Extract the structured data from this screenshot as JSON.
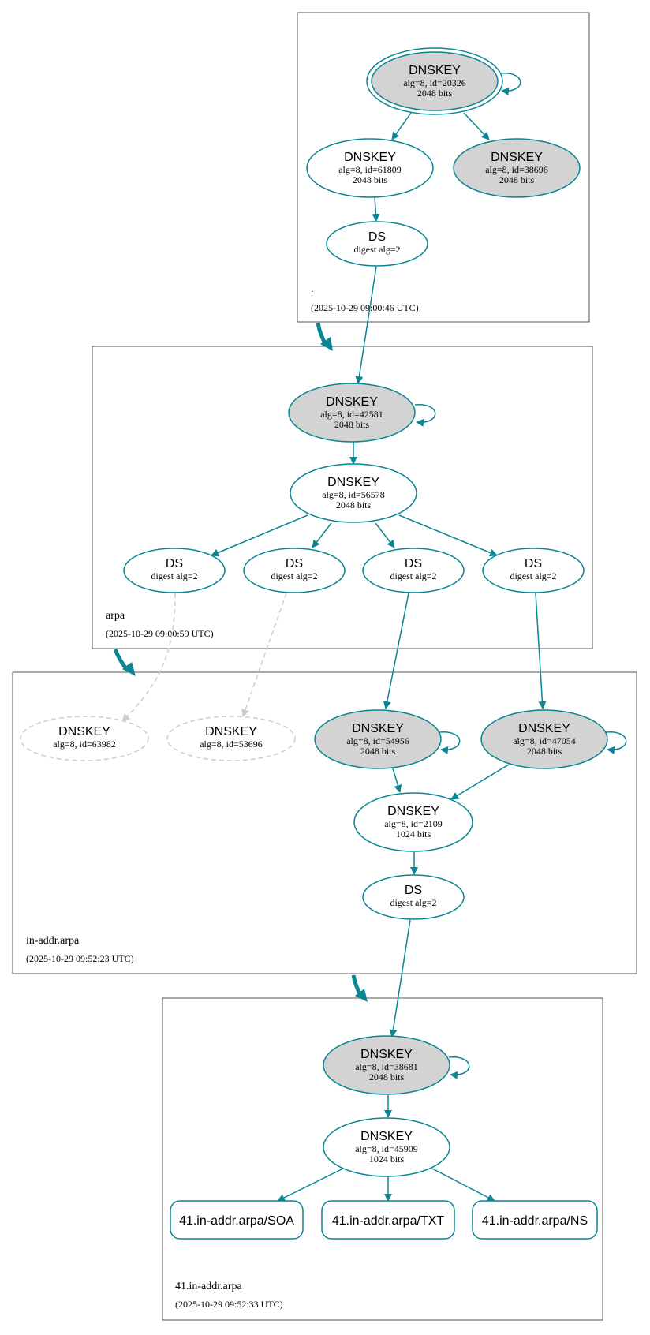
{
  "zones": [
    {
      "name": ".",
      "time": "(2025-10-29 09:00:46 UTC)"
    },
    {
      "name": "arpa",
      "time": "(2025-10-29 09:00:59 UTC)"
    },
    {
      "name": "in-addr.arpa",
      "time": "(2025-10-29 09:52:23 UTC)"
    },
    {
      "name": "41.in-addr.arpa",
      "time": "(2025-10-29 09:52:33 UTC)"
    }
  ],
  "nodes": {
    "root_ksk": {
      "title": "DNSKEY",
      "line1": "alg=8, id=20326",
      "line2": "2048 bits"
    },
    "root_zsk": {
      "title": "DNSKEY",
      "line1": "alg=8, id=61809",
      "line2": "2048 bits"
    },
    "root_k2": {
      "title": "DNSKEY",
      "line1": "alg=8, id=38696",
      "line2": "2048 bits"
    },
    "root_ds": {
      "title": "DS",
      "line1": "digest alg=2"
    },
    "arpa_ksk": {
      "title": "DNSKEY",
      "line1": "alg=8, id=42581",
      "line2": "2048 bits"
    },
    "arpa_zsk": {
      "title": "DNSKEY",
      "line1": "alg=8, id=56578",
      "line2": "2048 bits"
    },
    "arpa_ds1": {
      "title": "DS",
      "line1": "digest alg=2"
    },
    "arpa_ds2": {
      "title": "DS",
      "line1": "digest alg=2"
    },
    "arpa_ds3": {
      "title": "DS",
      "line1": "digest alg=2"
    },
    "arpa_ds4": {
      "title": "DS",
      "line1": "digest alg=2"
    },
    "in_k1": {
      "title": "DNSKEY",
      "line1": "alg=8, id=63982"
    },
    "in_k2": {
      "title": "DNSKEY",
      "line1": "alg=8, id=53696"
    },
    "in_k3": {
      "title": "DNSKEY",
      "line1": "alg=8, id=54956",
      "line2": "2048 bits"
    },
    "in_k4": {
      "title": "DNSKEY",
      "line1": "alg=8, id=47054",
      "line2": "2048 bits"
    },
    "in_zsk": {
      "title": "DNSKEY",
      "line1": "alg=8, id=2109",
      "line2": "1024 bits"
    },
    "in_ds": {
      "title": "DS",
      "line1": "digest alg=2"
    },
    "z41_ksk": {
      "title": "DNSKEY",
      "line1": "alg=8, id=38681",
      "line2": "2048 bits"
    },
    "z41_zsk": {
      "title": "DNSKEY",
      "line1": "alg=8, id=45909",
      "line2": "1024 bits"
    }
  },
  "rrsets": [
    "41.in-addr.arpa/SOA",
    "41.in-addr.arpa/TXT",
    "41.in-addr.arpa/NS"
  ],
  "colors": {
    "edge": "#0a8594",
    "ksk_fill": "#d3d3d3",
    "missing": "#cccccc",
    "box": "#555555"
  }
}
